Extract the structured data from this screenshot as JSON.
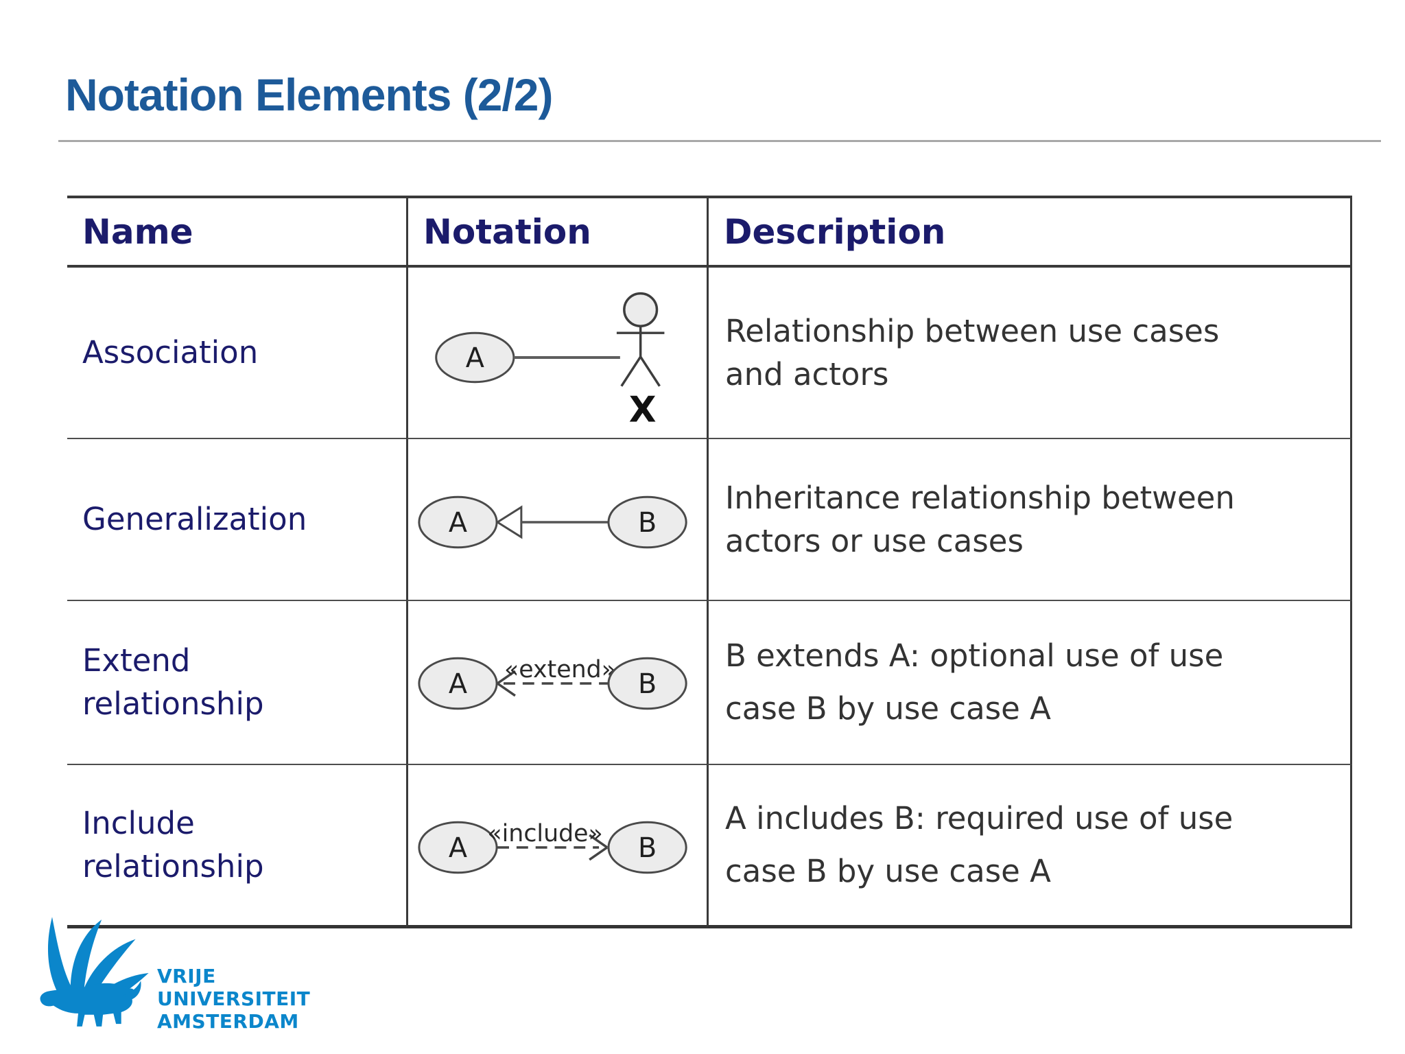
{
  "slide": {
    "title": "Notation Elements (2/2)"
  },
  "table": {
    "headers": [
      "Name",
      "Notation",
      "Description"
    ],
    "rows": [
      {
        "name": "Association",
        "description": "Relationship between use cases\nand actors",
        "notation": {
          "type": "association",
          "line": "solid",
          "left_label": "A",
          "actor_label": "X"
        }
      },
      {
        "name": "Generalization",
        "description": "Inheritance relationship between\nactors or use cases",
        "notation": {
          "type": "generalization",
          "line": "solid, hollow triangle points to A",
          "left_label": "A",
          "right_label": "B"
        }
      },
      {
        "name": "Extend\nrelationship",
        "description": "B extends A: optional use of use\ncase B by use case A",
        "notation": {
          "type": "extend",
          "line": "dashed, open arrow points to A",
          "stereotype": "«extend»",
          "left_label": "A",
          "right_label": "B"
        }
      },
      {
        "name": "Include\nrelationship",
        "description": "A includes B: required use of use\ncase B by use case A",
        "notation": {
          "type": "include",
          "line": "dashed, open arrow points to B",
          "stereotype": "«include»",
          "left_label": "A",
          "right_label": "B"
        }
      }
    ]
  },
  "logo": {
    "lines": [
      "VRIJE",
      "UNIVERSITEIT",
      "AMSTERDAM"
    ]
  },
  "colors": {
    "title_blue": "#1d5a99",
    "table_navy": "#1b1b6b",
    "description_gray": "#333333",
    "border_dark": "#3a3a3a",
    "ellipse_fill": "#ececec",
    "vu_blue": "#0b86cb"
  }
}
